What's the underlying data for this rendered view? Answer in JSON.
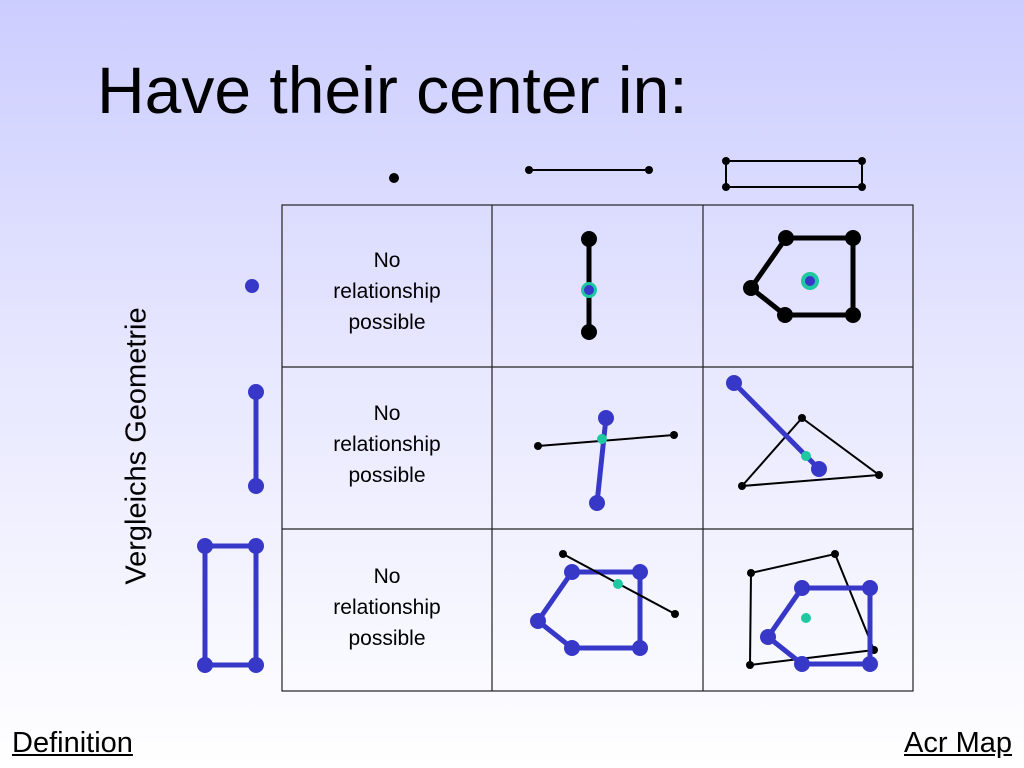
{
  "title": "Have their center in:",
  "row_axis_label": "Vergleichs Geometrie",
  "no_relationship": [
    "No",
    "relationship",
    "possible"
  ],
  "nav": {
    "left": "Definition",
    "right": "Acr Map"
  },
  "colors": {
    "target_geometry": "#000000",
    "comparison_geometry": "#3838c8",
    "center_point": "#1ec8a0",
    "grid_lines": "#222222"
  },
  "columns": [
    "point",
    "line",
    "polygon"
  ],
  "rows": [
    "point",
    "line",
    "polygon"
  ]
}
